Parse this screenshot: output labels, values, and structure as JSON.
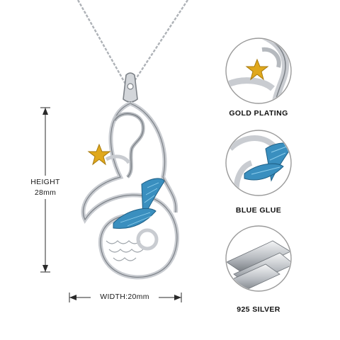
{
  "dimensions": {
    "height_label": "HEIGHT",
    "height_value": "28mm",
    "width_label": "WIDTH:20mm"
  },
  "details": [
    {
      "label": "GOLD PLATING"
    },
    {
      "label": "BLUE GLUE"
    },
    {
      "label": "925 SILVER"
    }
  ],
  "colors": {
    "silver": "#c9ccd1",
    "silver_dark": "#7d8288",
    "gold": "#e0a81c",
    "blue": "#3a8fbf",
    "circle_border": "#9a9a9a",
    "dim_line": "#2a2a2a"
  }
}
